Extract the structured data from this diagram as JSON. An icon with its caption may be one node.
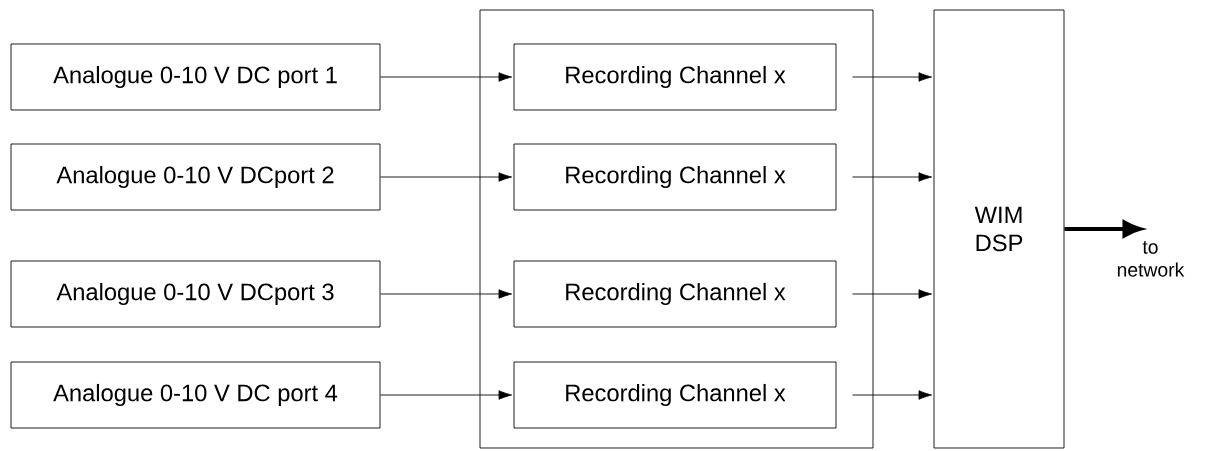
{
  "diagram": {
    "nodes": [
      {
        "text": [
          "Analogue 0-10 V DC port 1"
        ]
      },
      {
        "text": [
          "Analogue 0-10 V DCport 2"
        ]
      },
      {
        "text": [
          "Analogue 0-10 V DCport 3"
        ]
      },
      {
        "text": [
          "Analogue 0-10 V DC port 4"
        ]
      },
      {
        "text": [],
        "shape": "box"
      },
      {
        "text": [
          "Recording Channel x"
        ],
        "in": 4
      },
      {
        "text": [
          "Recording Channel x"
        ],
        "in": 4
      },
      {
        "text": [
          "Recording Channel x"
        ],
        "in": 4
      },
      {
        "text": [
          "Recording Channel x"
        ],
        "in": 4
      },
      {
        "text": [
          "WIM DSP"
        ]
      }
    ],
    "edges": [
      {
        "from": 0,
        "to": 5,
        "arrow": "to"
      },
      {
        "from": 1,
        "to": 6,
        "arrow": "to"
      },
      {
        "from": 2,
        "to": 7,
        "arrow": "to"
      },
      {
        "from": 3,
        "to": 8,
        "arrow": "to"
      },
      {
        "from": 5,
        "to": 9,
        "arrow": "to"
      },
      {
        "from": 6,
        "to": 9,
        "arrow": "to"
      },
      {
        "from": 7,
        "to": 9,
        "arrow": "to"
      },
      {
        "from": 8,
        "to": 9,
        "arrow": "to"
      },
      {
        "from": 9,
        "to": null,
        "arrow": "to",
        "style": "thick",
        "label": "to network"
      }
    ]
  }
}
